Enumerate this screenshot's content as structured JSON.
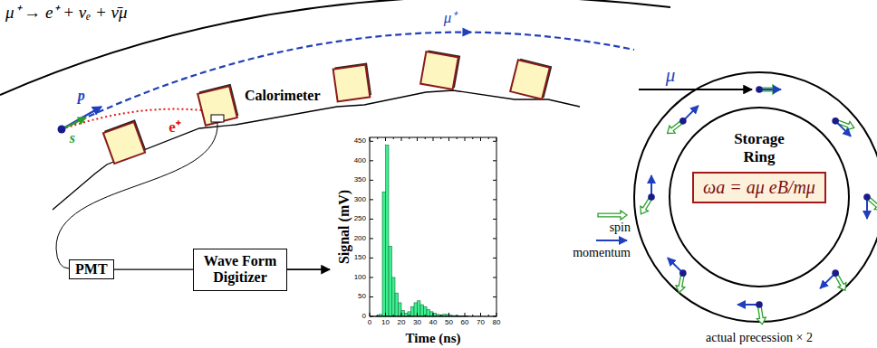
{
  "diagram": {
    "nodes": [
      {
        "text": [
          "PMT"
        ]
      },
      {
        "text": [
          "Wave Form Digitizer"
        ]
      },
      {
        "text": [
          "Storage Ring"
        ]
      },
      {
        "text": [
          "ωa = aμ eB/mμ"
        ],
        "in": 2
      }
    ],
    "edges": [
      {
        "from": 0,
        "to": 1,
        "arrow": "none"
      }
    ],
    "labels": [
      "μ⁺ → e⁺ + νₑ + ν̄μ",
      "μ⁺",
      "p⃗",
      "s⃗",
      "e⁺",
      "Calorimeter",
      "0",
      "50",
      "100",
      "150",
      "200",
      "250",
      "300",
      "350",
      "400",
      "450",
      "0",
      "10",
      "20",
      "30",
      "40",
      "50",
      "60",
      "70",
      "80",
      "Signal (mV)",
      "Time (ns)",
      "μ",
      "actual precession × 2"
    ],
    "legend": [
      {
        "text": "spin"
      },
      {
        "text": "momentum"
      }
    ]
  }
}
